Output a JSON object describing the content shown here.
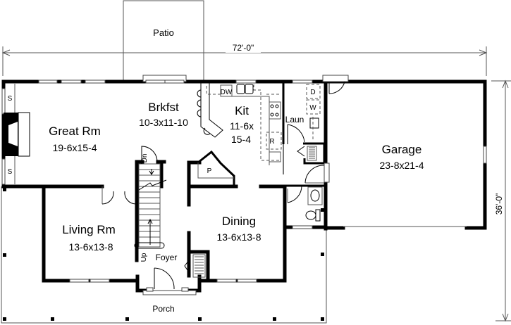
{
  "plan": {
    "overall_width": "72'-0\"",
    "overall_depth": "36'-0\""
  },
  "rooms": {
    "patio": {
      "name": "Patio"
    },
    "great_room": {
      "name": "Great Rm",
      "size": "19-6x15-4"
    },
    "breakfast": {
      "name": "Brkfst",
      "size": "10-3x11-10"
    },
    "kitchen": {
      "name": "Kit",
      "size_line1": "11-6x",
      "size_line2": "15-4"
    },
    "laundry": {
      "name": "Laun"
    },
    "garage": {
      "name": "Garage",
      "size": "23-8x21-4"
    },
    "living_room": {
      "name": "Living Rm",
      "size": "13-6x13-8"
    },
    "dining": {
      "name": "Dining",
      "size": "13-6x13-8"
    },
    "foyer": {
      "name": "Foyer"
    },
    "porch": {
      "name": "Porch"
    }
  },
  "fixtures": {
    "shelf_top": "S",
    "shelf_bottom": "S",
    "dishwasher": "DW",
    "refrigerator": "R",
    "dryer": "D",
    "washer": "W",
    "pantry": "P",
    "stair_down": "Dn",
    "stair_up": "Up"
  }
}
